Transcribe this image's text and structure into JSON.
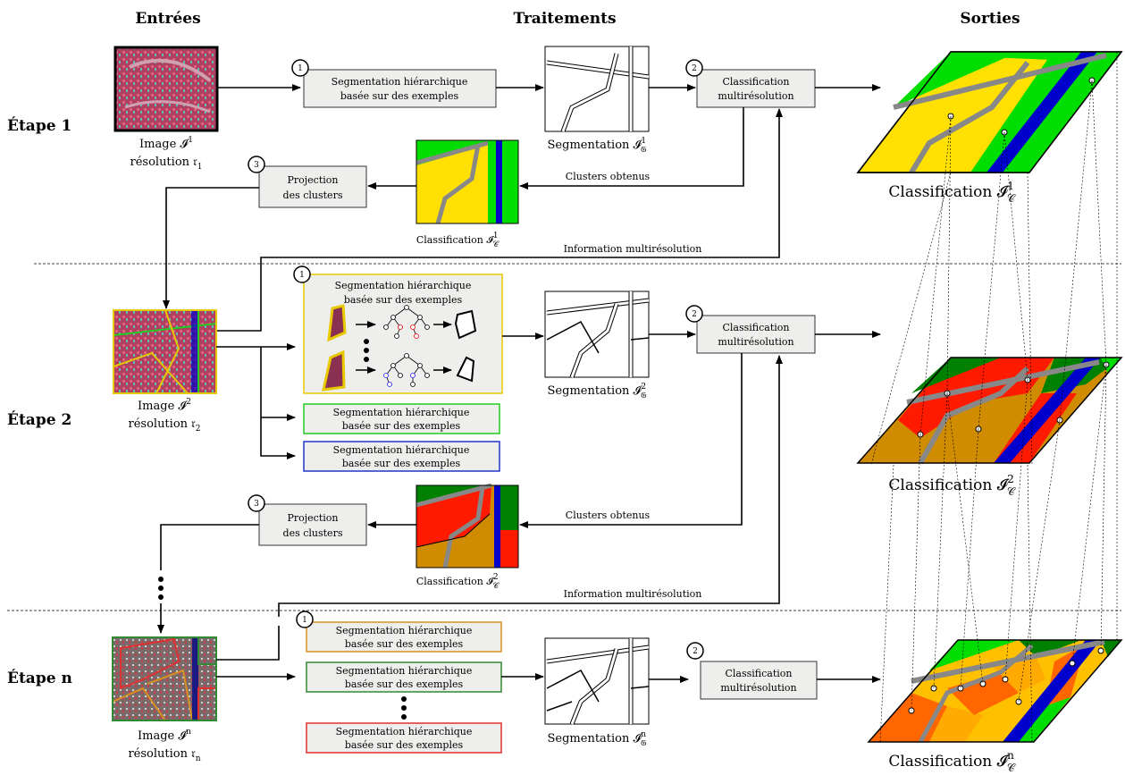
{
  "headers": {
    "inputs": "Entrées",
    "processing": "Traitements",
    "outputs": "Sorties"
  },
  "steps": [
    "Étape 1",
    "Étape 2",
    "Étape n"
  ],
  "inputs": [
    {
      "image": "Image 𝓘",
      "image_sup": "1",
      "resolution": "résolution 𝔯",
      "res_sub": "1"
    },
    {
      "image": "Image 𝓘",
      "image_sup": "2",
      "resolution": "résolution 𝔯",
      "res_sub": "2"
    },
    {
      "image": "Image 𝓘",
      "image_sup": "n",
      "resolution": "résolution 𝔯",
      "res_sub": "n"
    }
  ],
  "boxes": {
    "seg_line1": "Segmentation hiérarchique",
    "seg_line2": "basée sur des exemples",
    "class_line1": "Classification",
    "class_line2": "multirésolution",
    "proj_line1": "Projection",
    "proj_line2": "des clusters"
  },
  "step_numbers": [
    "1",
    "2",
    "3"
  ],
  "labels": {
    "clusters": "Clusters obtenus",
    "multires_info": "Information multirésolution"
  },
  "captions": {
    "segmentation": "Segmentation 𝓘",
    "seg_sub": "𝔊",
    "classification": "Classification 𝓘",
    "class_sub": "𝒞",
    "sup1": "1",
    "sup2": "2",
    "supn": "n"
  },
  "colors": {
    "yellow": "#ffe000",
    "green": "#00dd00",
    "blue": "#0000cc",
    "gray": "#888888",
    "red": "#ff1a00",
    "ochre": "#d08c00",
    "darkgreen": "#008000",
    "orange": "#ff6600",
    "lightorange": "#ffaa00",
    "goldenrod": "#ffc000"
  },
  "box_borders": {
    "yellow": "#e8c800",
    "green": "#22cc22",
    "blue": "#2233cc",
    "orange": "#d89020",
    "darkgreen": "#338833",
    "red": "#e03030"
  }
}
